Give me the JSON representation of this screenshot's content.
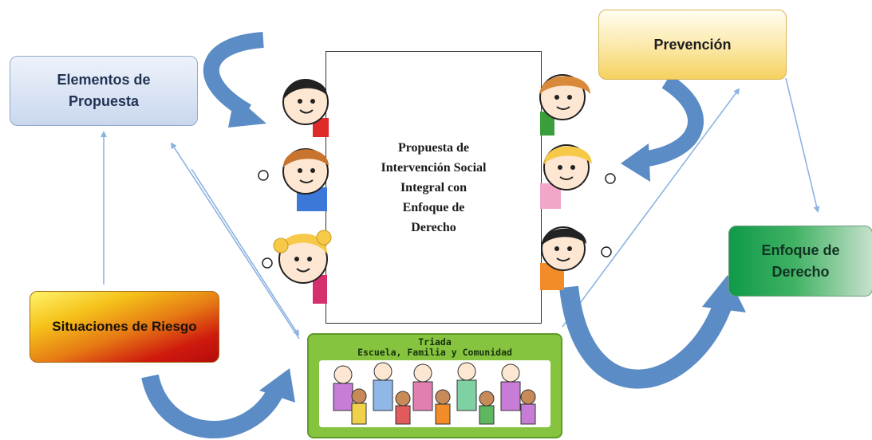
{
  "boxes": {
    "elementos": "Elementos de\nPropuesta",
    "prevencion": "Prevención",
    "enfoque": "Enfoque de\nDerecho",
    "riesgo": "Situaciones de Riesgo",
    "center": "Propuesta de\nIntervención Social\nIntegral con\nEnfoque de\nDerecho",
    "triada_title": "Triada",
    "triada_subtitle": "Escuela, Familia y Comunidad"
  },
  "colors": {
    "curved_arrow": "#5b8cc6",
    "thin_arrow": "#8db3e2",
    "triada_bg": "#86c440"
  },
  "illustrations": [
    "children-cartoon-icon",
    "family-group-cartoon-icon"
  ]
}
